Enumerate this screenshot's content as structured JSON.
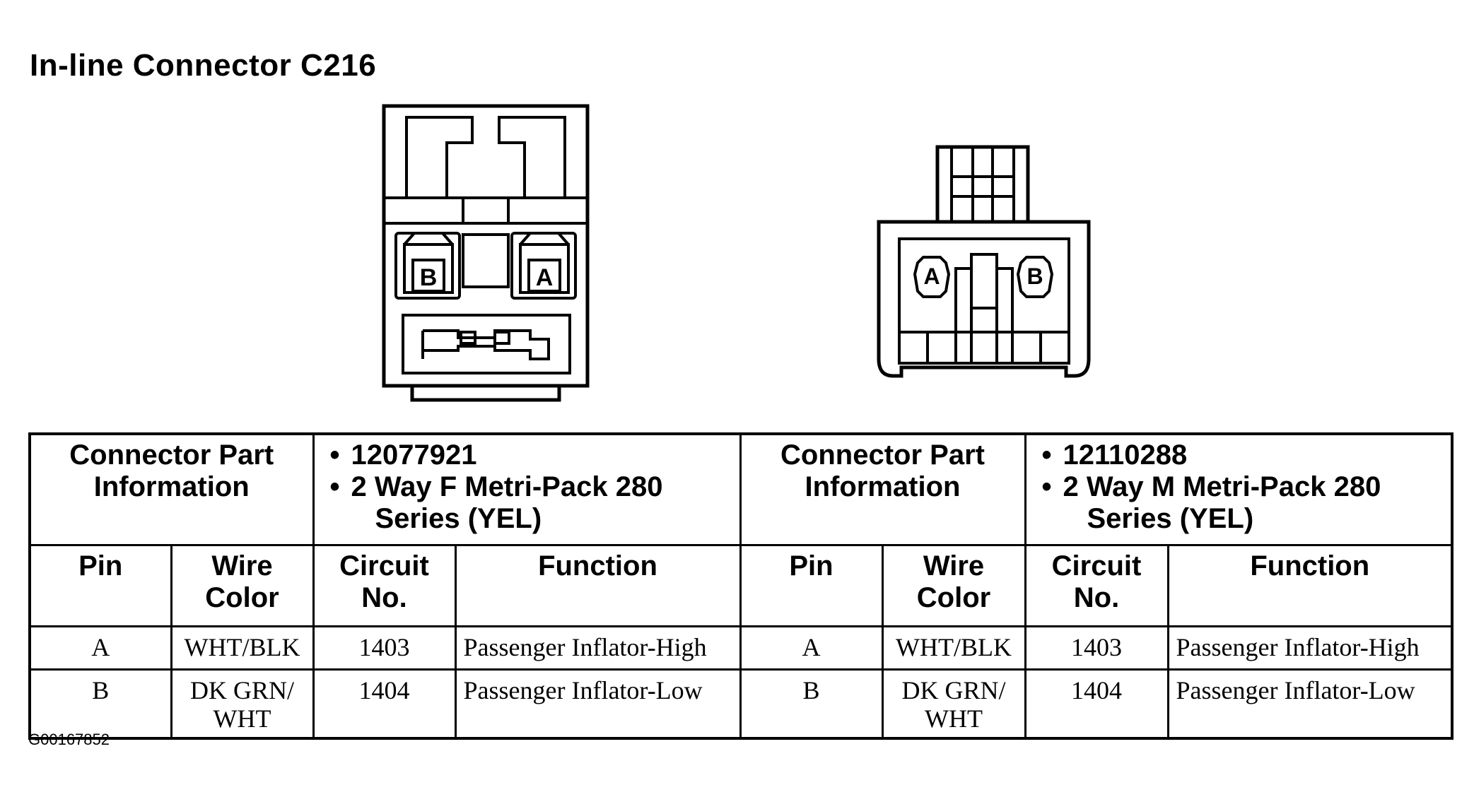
{
  "title": "In-line Connector C216",
  "connectors": [
    {
      "info_label": "Connector Part Information",
      "part_number": "12077921",
      "description_line1": "2 Way F Metri-Pack 280",
      "description_line2": "Series (YEL)",
      "pin_labels": [
        "B",
        "A"
      ]
    },
    {
      "info_label": "Connector Part Information",
      "part_number": "12110288",
      "description_line1": "2 Way M Metri-Pack 280",
      "description_line2": "Series (YEL)",
      "pin_labels": [
        "A",
        "B"
      ]
    }
  ],
  "columns": {
    "pin": "Pin",
    "wire_color_1": "Wire",
    "wire_color_2": "Color",
    "circuit_1": "Circuit",
    "circuit_2": "No.",
    "function": "Function"
  },
  "rows": [
    {
      "pin": "A",
      "wire_1": "WHT/BLK",
      "wire_2": "",
      "circuit": "1403",
      "function": "Passenger Inflator-High"
    },
    {
      "pin": "B",
      "wire_1": "DK GRN/",
      "wire_2": "WHT",
      "circuit": "1404",
      "function": "Passenger Inflator-Low"
    }
  ],
  "figure_code": "G00167852"
}
